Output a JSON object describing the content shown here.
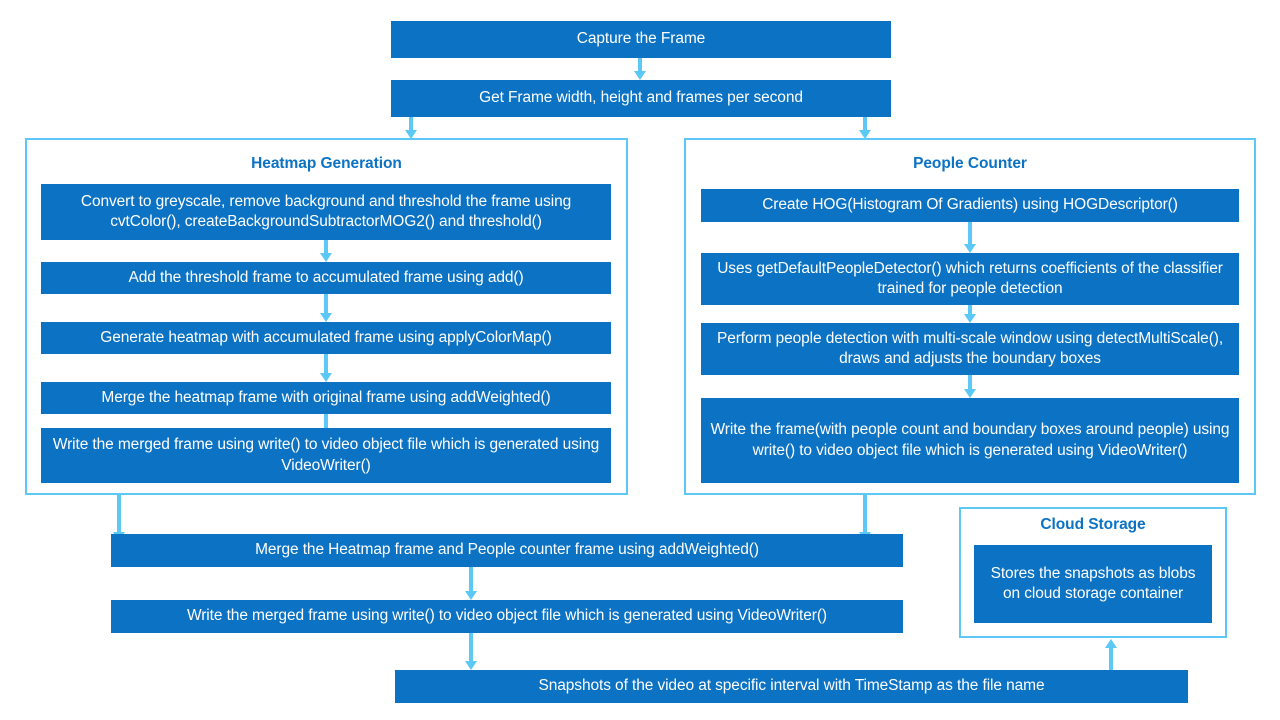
{
  "theme": {
    "box_fill": "#0B72C4",
    "box_text": "#FFFFFF",
    "group_border": "#5BC8F5",
    "group_title_text": "#0B72C4",
    "arrow": "#5BC8F5",
    "background": "#FFFFFF"
  },
  "diagram": {
    "top_nodes": [
      {
        "id": "capture-the-frame",
        "label": "Capture the Frame"
      },
      {
        "id": "get-frame-properties",
        "label": "Get Frame width, height and frames per second"
      }
    ],
    "groups": [
      {
        "id": "heatmap-generation",
        "title": "Heatmap Generation",
        "nodes": [
          {
            "id": "convert-greyscale-threshold",
            "label": "Convert to greyscale, remove background and threshold the frame using cvtColor(), createBackgroundSubtractorMOG2() and threshold()"
          },
          {
            "id": "add-threshold-to-accumulated",
            "label": "Add the threshold frame to accumulated frame using add()"
          },
          {
            "id": "generate-heatmap-applycolormap",
            "label": "Generate heatmap with accumulated frame using applyColorMap()"
          },
          {
            "id": "merge-heatmap-with-original",
            "label": "Merge the heatmap frame with original frame using addWeighted()"
          },
          {
            "id": "write-merged-frame-heatmap",
            "label": "Write the merged frame using write() to video object file which is generated using VideoWriter()"
          }
        ]
      },
      {
        "id": "people-counter",
        "title": "People Counter",
        "nodes": [
          {
            "id": "create-hog-descriptor",
            "label": "Create HOG(Histogram Of Gradients) using HOGDescriptor()"
          },
          {
            "id": "get-default-people-detector",
            "label": "Uses  getDefaultPeopleDetector() which returns coefficients of the classifier trained for people detection"
          },
          {
            "id": "detect-multi-scale",
            "label": "Perform people detection with multi-scale window using detectMultiScale(),  draws and adjusts the  boundary boxes"
          },
          {
            "id": "write-frame-people-count",
            "label": "Write the frame(with people count and boundary boxes around people) using write() to video object file which is generated using VideoWriter()"
          }
        ]
      },
      {
        "id": "cloud-storage",
        "title": "Cloud Storage",
        "nodes": [
          {
            "id": "store-snapshots-as-blobs",
            "label": "Stores the snapshots as blobs on cloud storage container"
          }
        ]
      }
    ],
    "bottom_nodes": [
      {
        "id": "merge-heatmap-and-people",
        "label": "Merge the Heatmap frame and People counter frame using addWeighted()"
      },
      {
        "id": "write-merged-frame-final",
        "label": "Write the merged frame using write() to video object file which is generated using VideoWriter()"
      },
      {
        "id": "snapshots-with-timestamp",
        "label": "Snapshots of the video at specific interval with TimeStamp as the file name"
      }
    ]
  }
}
